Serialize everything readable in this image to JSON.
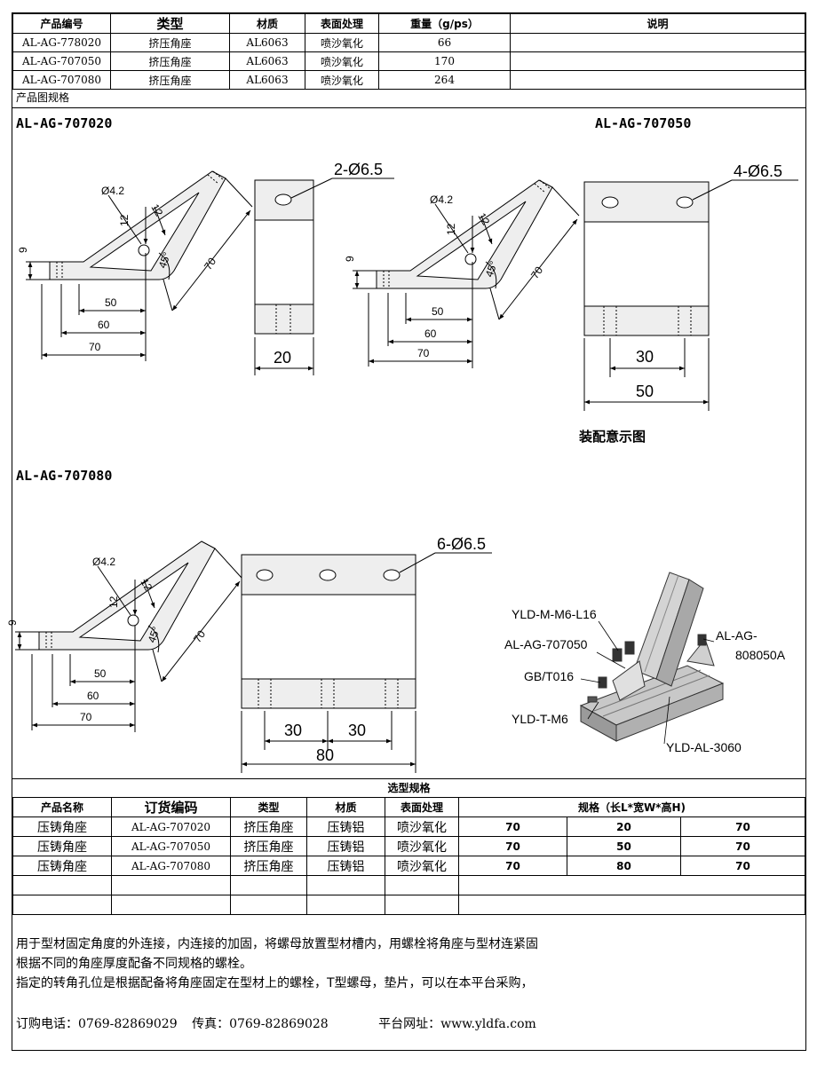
{
  "top_table": {
    "headers": [
      "产品编号",
      "类型",
      "材质",
      "表面处理",
      "重量（g/ps）",
      "说明"
    ],
    "rows": [
      [
        "AL-AG-778020",
        "挤压角座",
        "AL6063",
        "喷沙氧化",
        "66",
        ""
      ],
      [
        "AL-AG-707050",
        "挤压角座",
        "AL6063",
        "喷沙氧化",
        "170",
        ""
      ],
      [
        "AL-AG-707080",
        "挤压角座",
        "AL6063",
        "喷沙氧化",
        "264",
        ""
      ]
    ]
  },
  "section_label": "产品图规格",
  "drawings": {
    "d1": {
      "model": "AL-AG-707020",
      "hole_note": "2-Ø6.5",
      "small_hole": "Ø4.2",
      "dim_12a": "12",
      "dim_12b": "12",
      "dim_9": "9",
      "dim_45": "45°",
      "dim_70_diag": "70",
      "dim_50": "50",
      "dim_60": "60",
      "dim_70": "70",
      "width": "20"
    },
    "d2": {
      "model": "AL-AG-707050",
      "hole_note": "4-Ø6.5",
      "small_hole": "Ø4.2",
      "dim_12a": "12",
      "dim_12b": "12",
      "dim_9": "9",
      "dim_45": "45°",
      "dim_70_diag": "70",
      "dim_50": "50",
      "dim_60": "60",
      "dim_70": "70",
      "inner": "30",
      "width": "50"
    },
    "d3": {
      "model": "AL-AG-707080",
      "hole_note": "6-Ø6.5",
      "small_hole": "Ø4.2",
      "dim_12a": "12",
      "dim_12b": "12",
      "dim_9": "9",
      "dim_45": "45°",
      "dim_70_diag": "70",
      "dim_50": "50",
      "dim_60": "60",
      "dim_70": "70",
      "inner1": "30",
      "inner2": "30",
      "width": "80"
    }
  },
  "assembly": {
    "title": "装配意示图",
    "labels": {
      "screw": "YLD-M-M6-L16",
      "bracket": "AL-AG-707050",
      "washer": "GB/T016",
      "nut": "YLD-T-M6",
      "profile": "YLD-AL-3060",
      "corner_a": "AL-AG-",
      "corner_b": "808050A"
    }
  },
  "selection": {
    "title": "选型规格",
    "headers": [
      "产品名称",
      "订货编码",
      "类型",
      "材质",
      "表面处理",
      "规格（长L*宽W*高H)"
    ],
    "rows": [
      [
        "压铸角座",
        "AL-AG-707020",
        "挤压角座",
        "压铸铝",
        "喷沙氧化",
        "70",
        "20",
        "70"
      ],
      [
        "压铸角座",
        "AL-AG-707050",
        "挤压角座",
        "压铸铝",
        "喷沙氧化",
        "70",
        "50",
        "70"
      ],
      [
        "压铸角座",
        "AL-AG-707080",
        "挤压角座",
        "压铸铝",
        "喷沙氧化",
        "70",
        "80",
        "70"
      ]
    ]
  },
  "notes": [
    "用于型材固定角度的外连接，内连接的加固，将螺母放置型材槽内，用螺栓将角座与型材连紧固",
    "根据不同的角座厚度配备不同规格的螺栓。",
    "指定的转角孔位是根据配备将角座固定在型材上的螺栓，T型螺母，垫片，可以在本平台采购，"
  ],
  "contact": {
    "phone": "订购电话：0769-82869029",
    "fax": "传真：0769-82869028",
    "site": "平台网址：www.yldfa.com"
  }
}
